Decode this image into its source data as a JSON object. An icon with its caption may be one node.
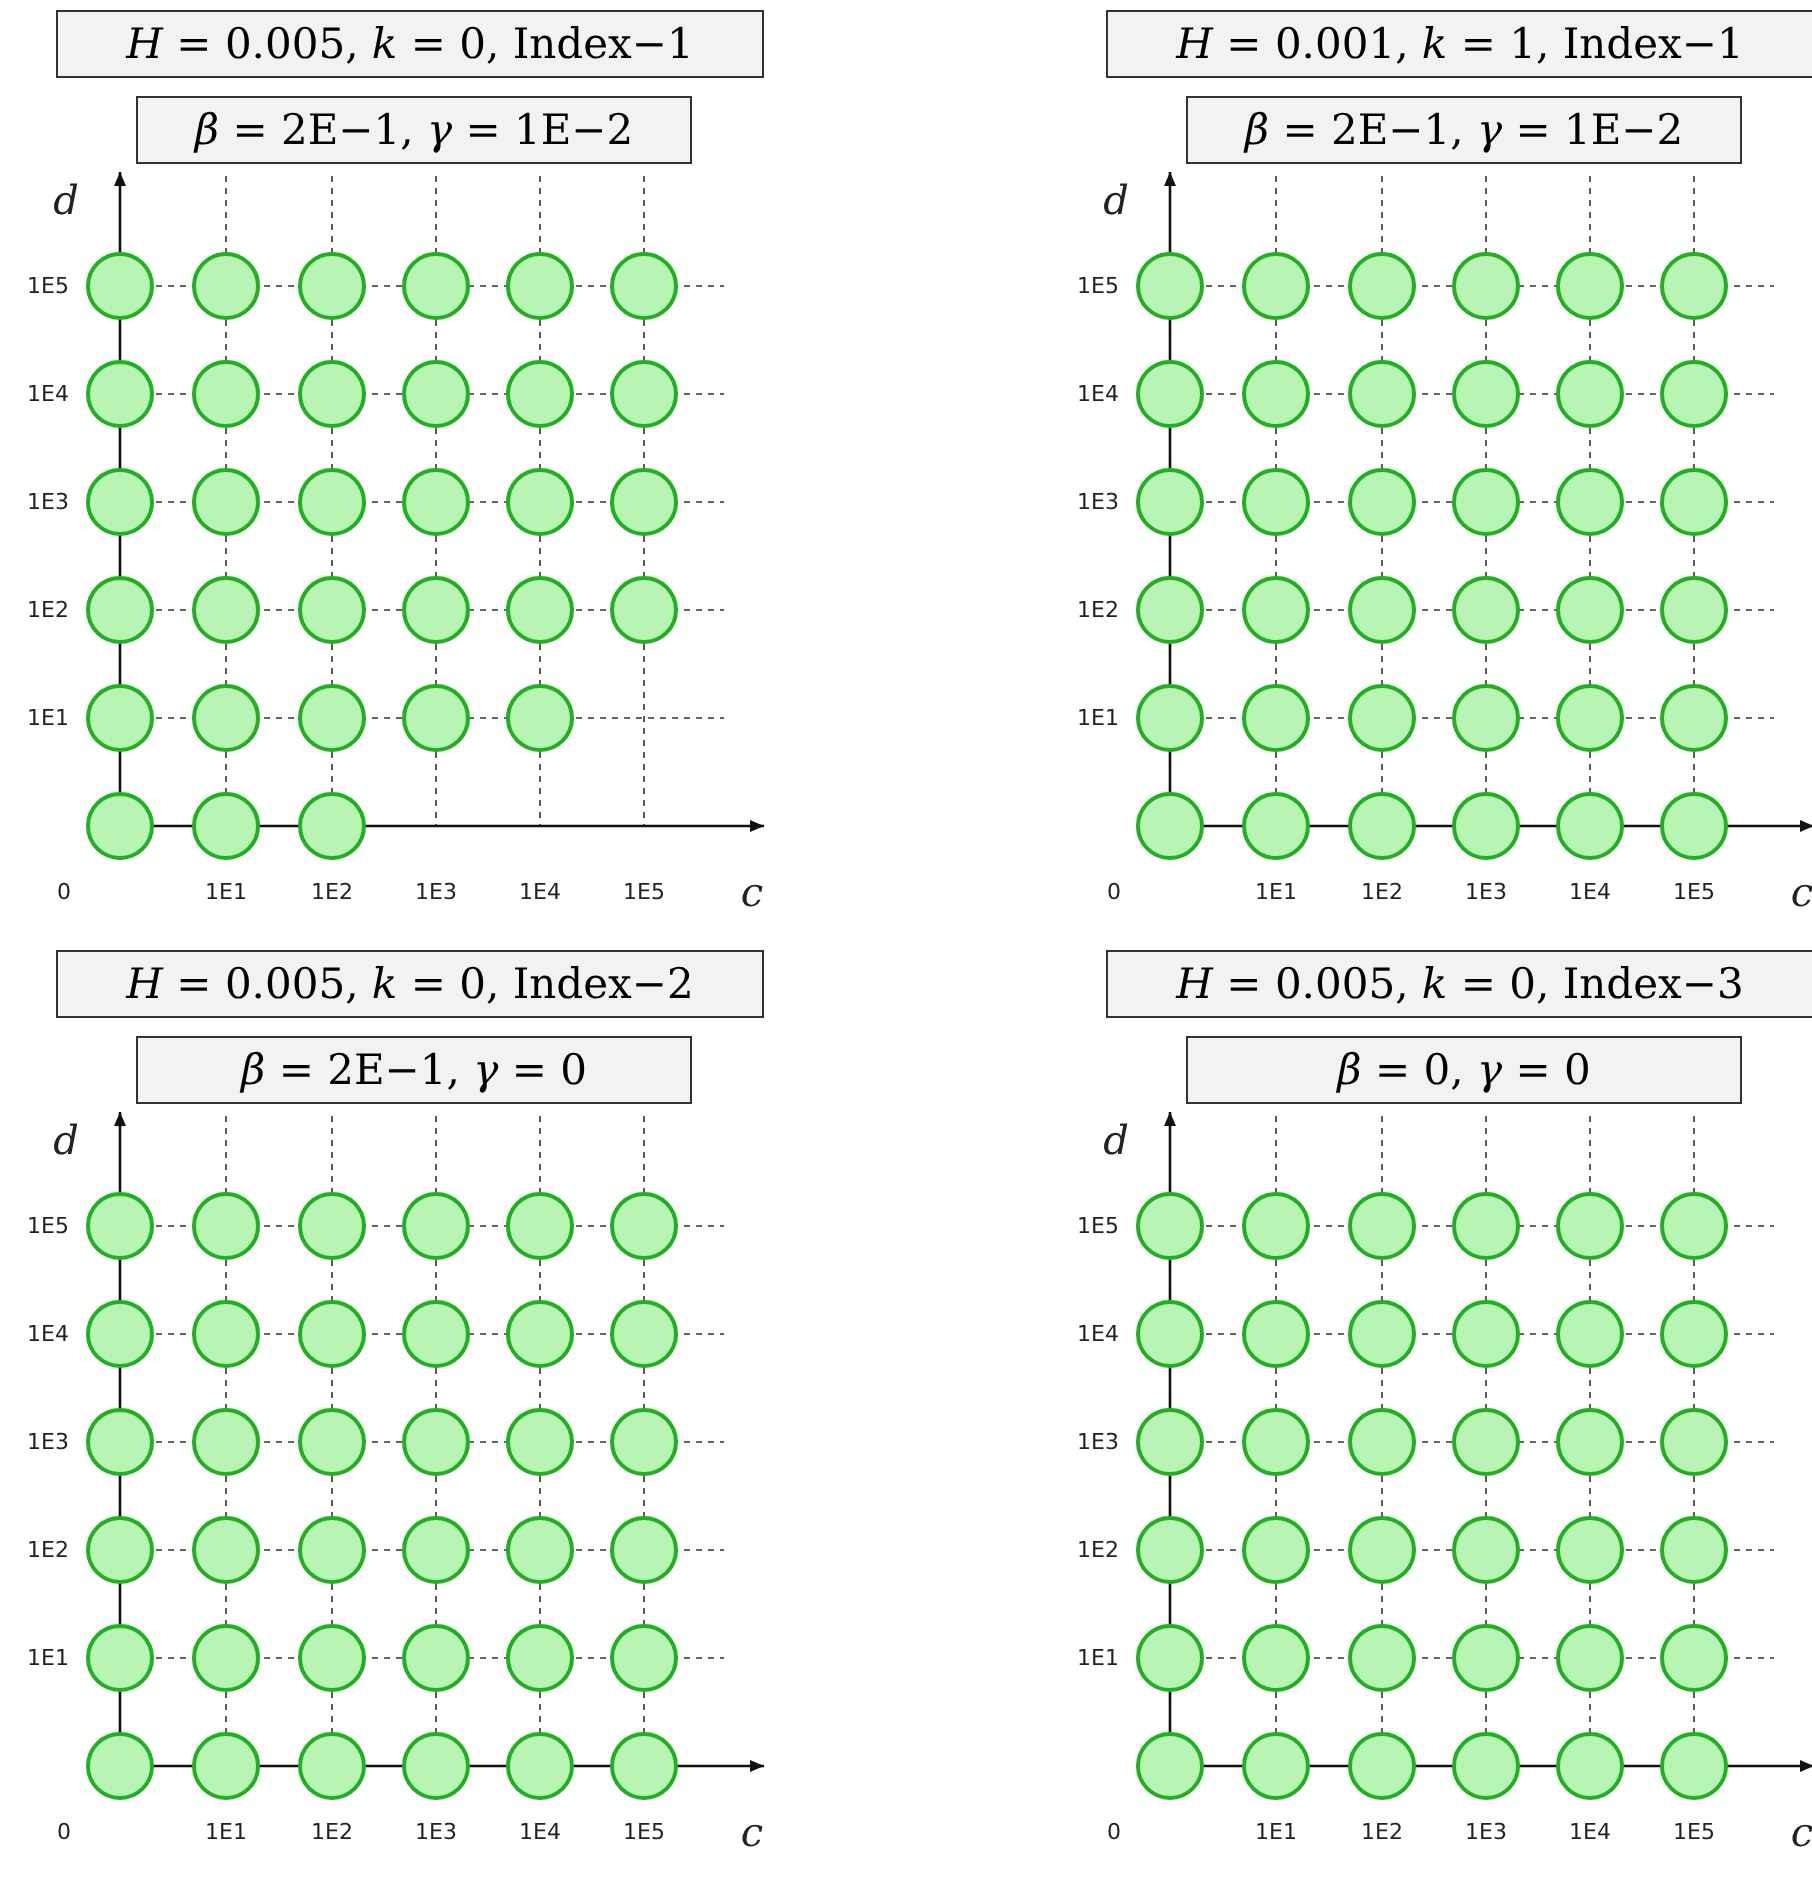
{
  "diagram": {
    "nodes": [
      {
        "text": [
          "*H* = 0.005, *k* = 0, Index−1"
        ]
      },
      {
        "text": [
          "*β* = 2E−1, *γ* = 1E−2"
        ]
      },
      {
        "text": [
          "*H* = 0.001, *k* = 1, Index−1"
        ]
      },
      {
        "text": [
          "*β* = 2E−1, *γ* = 1E−2"
        ]
      },
      {
        "text": [
          "*H* = 0.005, *k* = 0, Index−2"
        ]
      },
      {
        "text": [
          "*β* = 2E−1, *γ* = 0"
        ]
      },
      {
        "text": [
          "*H* = 0.005, *k* = 0, Index−3"
        ]
      },
      {
        "text": [
          "*β* = 0, *γ* = 0"
        ]
      }
    ],
    "labels": [
      "d",
      "1E5",
      "1E4",
      "1E3",
      "1E2",
      "1E1",
      "0",
      "1E1",
      "1E2",
      "1E3",
      "1E4",
      "1E5",
      "c",
      "d",
      "1E5",
      "1E4",
      "1E3",
      "1E2",
      "1E1",
      "0",
      "1E1",
      "1E2",
      "1E3",
      "1E4",
      "1E5",
      "c",
      "d",
      "1E5",
      "1E4",
      "1E3",
      "1E2",
      "1E1",
      "0",
      "1E1",
      "1E2",
      "1E3",
      "1E4",
      "1E5",
      "c",
      "d",
      "1E5",
      "1E4",
      "1E3",
      "1E2",
      "1E1",
      "0",
      "1E1",
      "1E2",
      "1E3",
      "1E4",
      "1E5",
      "c"
    ]
  }
}
